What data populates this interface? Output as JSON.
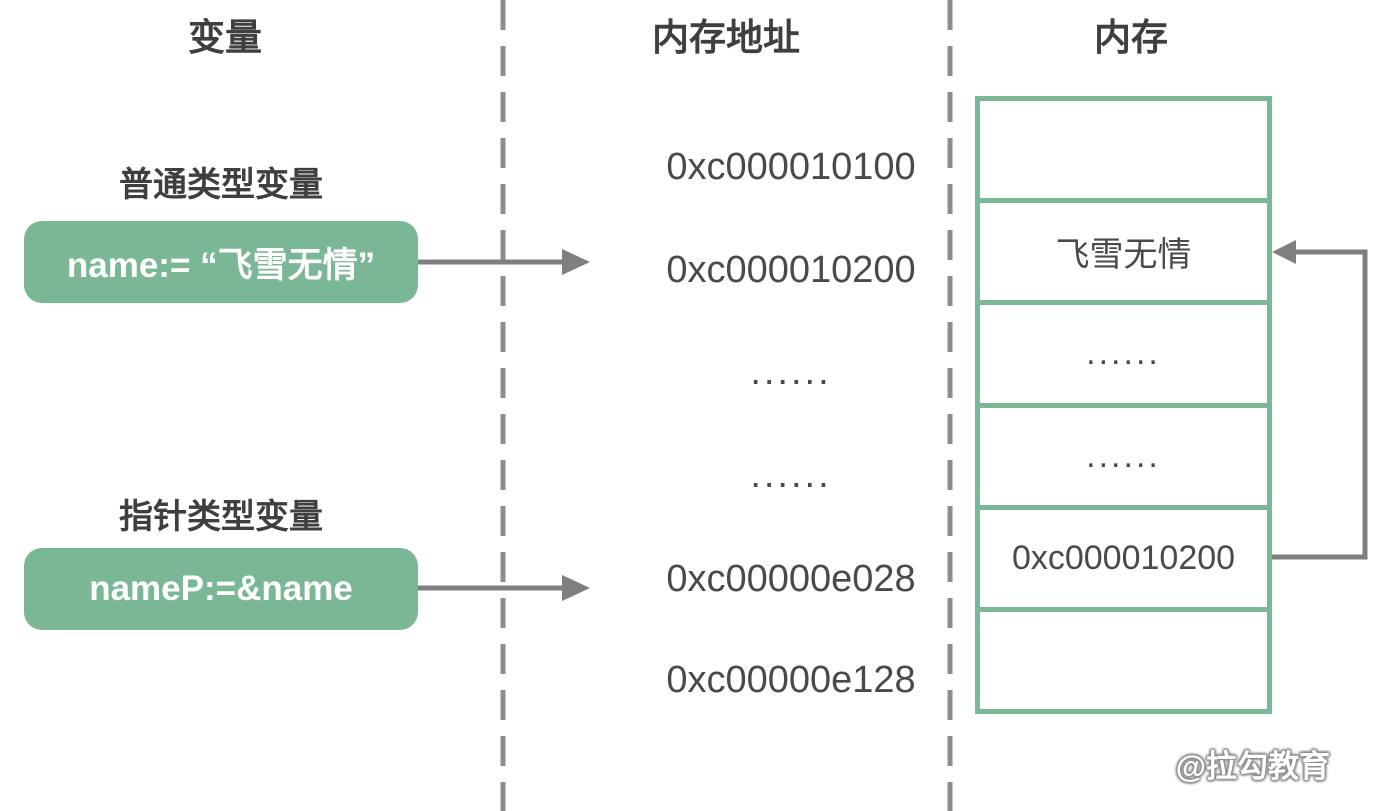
{
  "colors": {
    "green_box": "#7ab795",
    "green_border": "#7ab897",
    "line_gray": "#7f7f7f",
    "dash_gray": "#8c8c8c",
    "text_dark": "#3f3f3f",
    "text_gray": "#4a4a4a",
    "box_text": "#ffffff"
  },
  "columns": [
    {
      "title": "变量"
    },
    {
      "title": "内存地址"
    },
    {
      "title": "内存"
    }
  ],
  "variables": {
    "normal": {
      "label": "普通类型变量",
      "value": "name:= “飞雪无情”"
    },
    "pointer": {
      "label": "指针类型变量",
      "value": "nameP:=&name"
    }
  },
  "addresses": [
    "0xc000010100",
    "0xc000010200",
    "......",
    "......",
    "0xc00000e028",
    "0xc00000e128"
  ],
  "memory_cells": [
    "",
    "飞雪无情",
    "......",
    "......",
    "0xc000010200",
    ""
  ],
  "watermark": "@拉勾教育"
}
